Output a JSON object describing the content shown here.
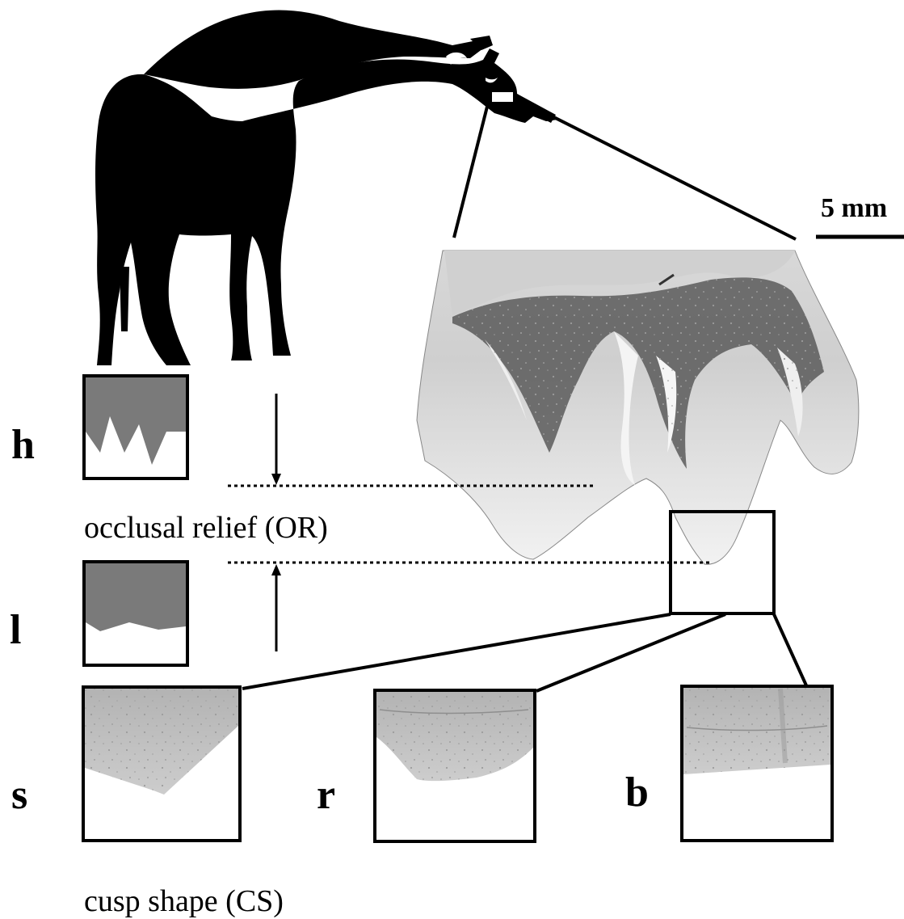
{
  "scale_bar": {
    "label": "5 mm"
  },
  "occlusal_relief": {
    "caption": "occlusal relief (OR)",
    "high_label": "h",
    "low_label": "l"
  },
  "cusp_shape": {
    "caption": "cusp shape (CS)",
    "sharp_label": "s",
    "round_label": "r",
    "blunt_label": "b"
  },
  "colors": {
    "ink": "#000000",
    "relief_fill": "#7a7a7a",
    "tooth_enamel": "#e6e6e6",
    "wear_marks": "#2b2b2b",
    "photo_grey": "#b9b9b9"
  },
  "icons": [
    "giraffe-silhouette",
    "scale-bar",
    "molar-photo",
    "zoom-box"
  ]
}
